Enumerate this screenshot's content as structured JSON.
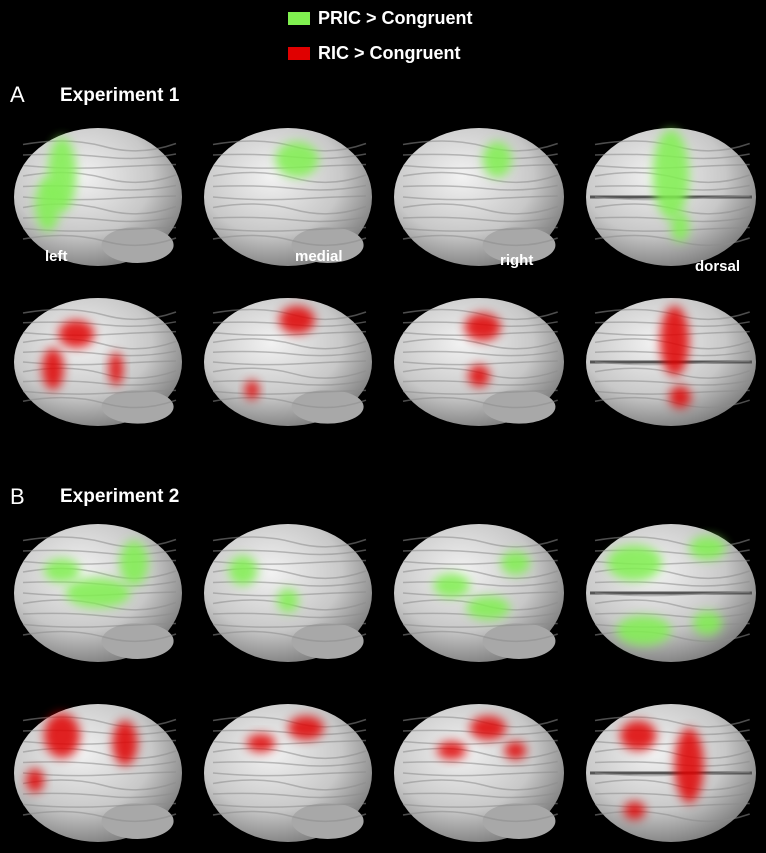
{
  "legend": {
    "items": [
      {
        "label": "PRIC > Congruent",
        "color": "#80f050"
      },
      {
        "label": "RIC > Congruent",
        "color": "#e00000"
      }
    ]
  },
  "experiments": [
    {
      "letter": "A",
      "title": "Experiment 1"
    },
    {
      "letter": "B",
      "title": "Experiment 2"
    }
  ],
  "views": {
    "left": "left",
    "medial": "medial",
    "right": "right",
    "dorsal": "dorsal"
  },
  "colors": {
    "green": "#80f050",
    "red": "#e00000",
    "background": "#000000"
  }
}
